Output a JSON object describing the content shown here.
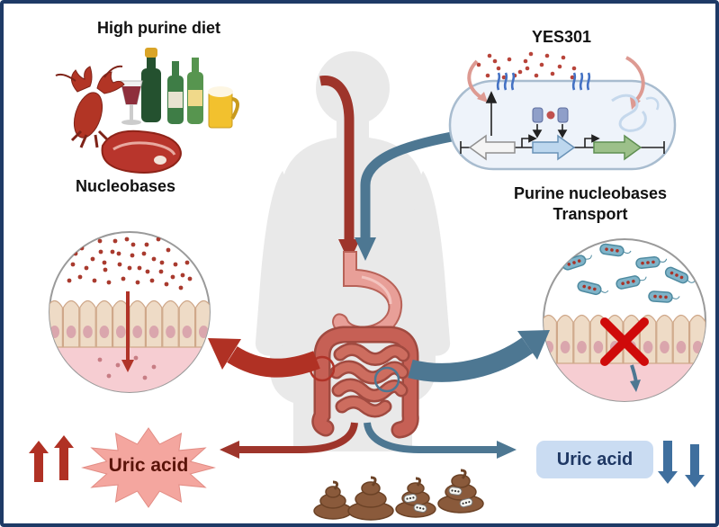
{
  "frame": {
    "border_color": "#1e3a66",
    "background": "#ffffff"
  },
  "labels": {
    "high_purine_diet": "High purine diet",
    "nucleobases": "Nucleobases",
    "yes301": "YES301",
    "purine_transport_line1": "Purine nucleobases",
    "purine_transport_line2": "Transport",
    "uric_acid_left": "Uric acid",
    "uric_acid_right": "Uric acid"
  },
  "colors": {
    "red_flow": "#9e352b",
    "bright_red_arrow": "#b03124",
    "blue_flow": "#4d7792",
    "starburst_fill": "#f4a69f",
    "uric_acid_box_fill": "#cadcf2",
    "uric_acid_box_text": "#1f3864",
    "blocked_x": "#cf0a0a",
    "nucleobase_dots": "#a93a2e",
    "bacteria_fill": "#7fb3c8",
    "intestine": "#c05a4e",
    "feces": "#8a5a3b",
    "body_silhouette": "#e9e9e9"
  },
  "icons": {
    "bottom_left_trend": "double-up-arrow",
    "bottom_right_trend": "double-down-arrow",
    "transport_block": "red-x"
  }
}
